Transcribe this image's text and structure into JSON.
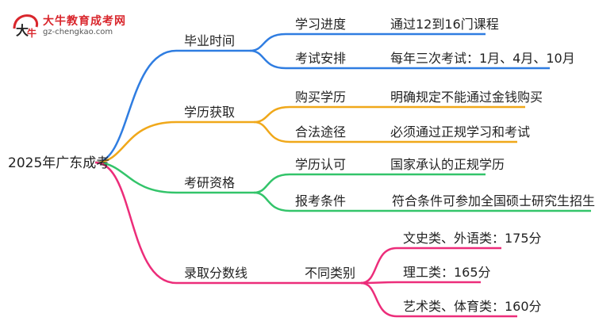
{
  "logo": {
    "title": "大牛教育成考网",
    "url": "gz-chengkao.com"
  },
  "colors": {
    "blue": "#2f7de1",
    "orange": "#f0a81a",
    "green": "#33c46a",
    "pink": "#ec2d7a"
  },
  "root": "2025年广东成考",
  "branches": [
    {
      "label": "毕业时间",
      "children": [
        {
          "label": "学习进度",
          "detail": "通过12到16门课程"
        },
        {
          "label": "考试安排",
          "detail": "每年三次考试：1月、4月、10月"
        }
      ]
    },
    {
      "label": "学历获取",
      "children": [
        {
          "label": "购买学历",
          "detail": "明确规定不能通过金钱购买"
        },
        {
          "label": "合法途径",
          "detail": "必须通过正规学习和考试"
        }
      ]
    },
    {
      "label": "考研资格",
      "children": [
        {
          "label": "学历认可",
          "detail": "国家承认的正规学历"
        },
        {
          "label": "报考条件",
          "detail": "符合条件可参加全国硕士研究生招生考试"
        }
      ]
    },
    {
      "label": "录取分数线",
      "sub": "不同类别",
      "children": [
        {
          "detail": "文史类、外语类：175分"
        },
        {
          "detail": "理工类：165分"
        },
        {
          "detail": "艺术类、体育类：160分"
        }
      ]
    }
  ]
}
